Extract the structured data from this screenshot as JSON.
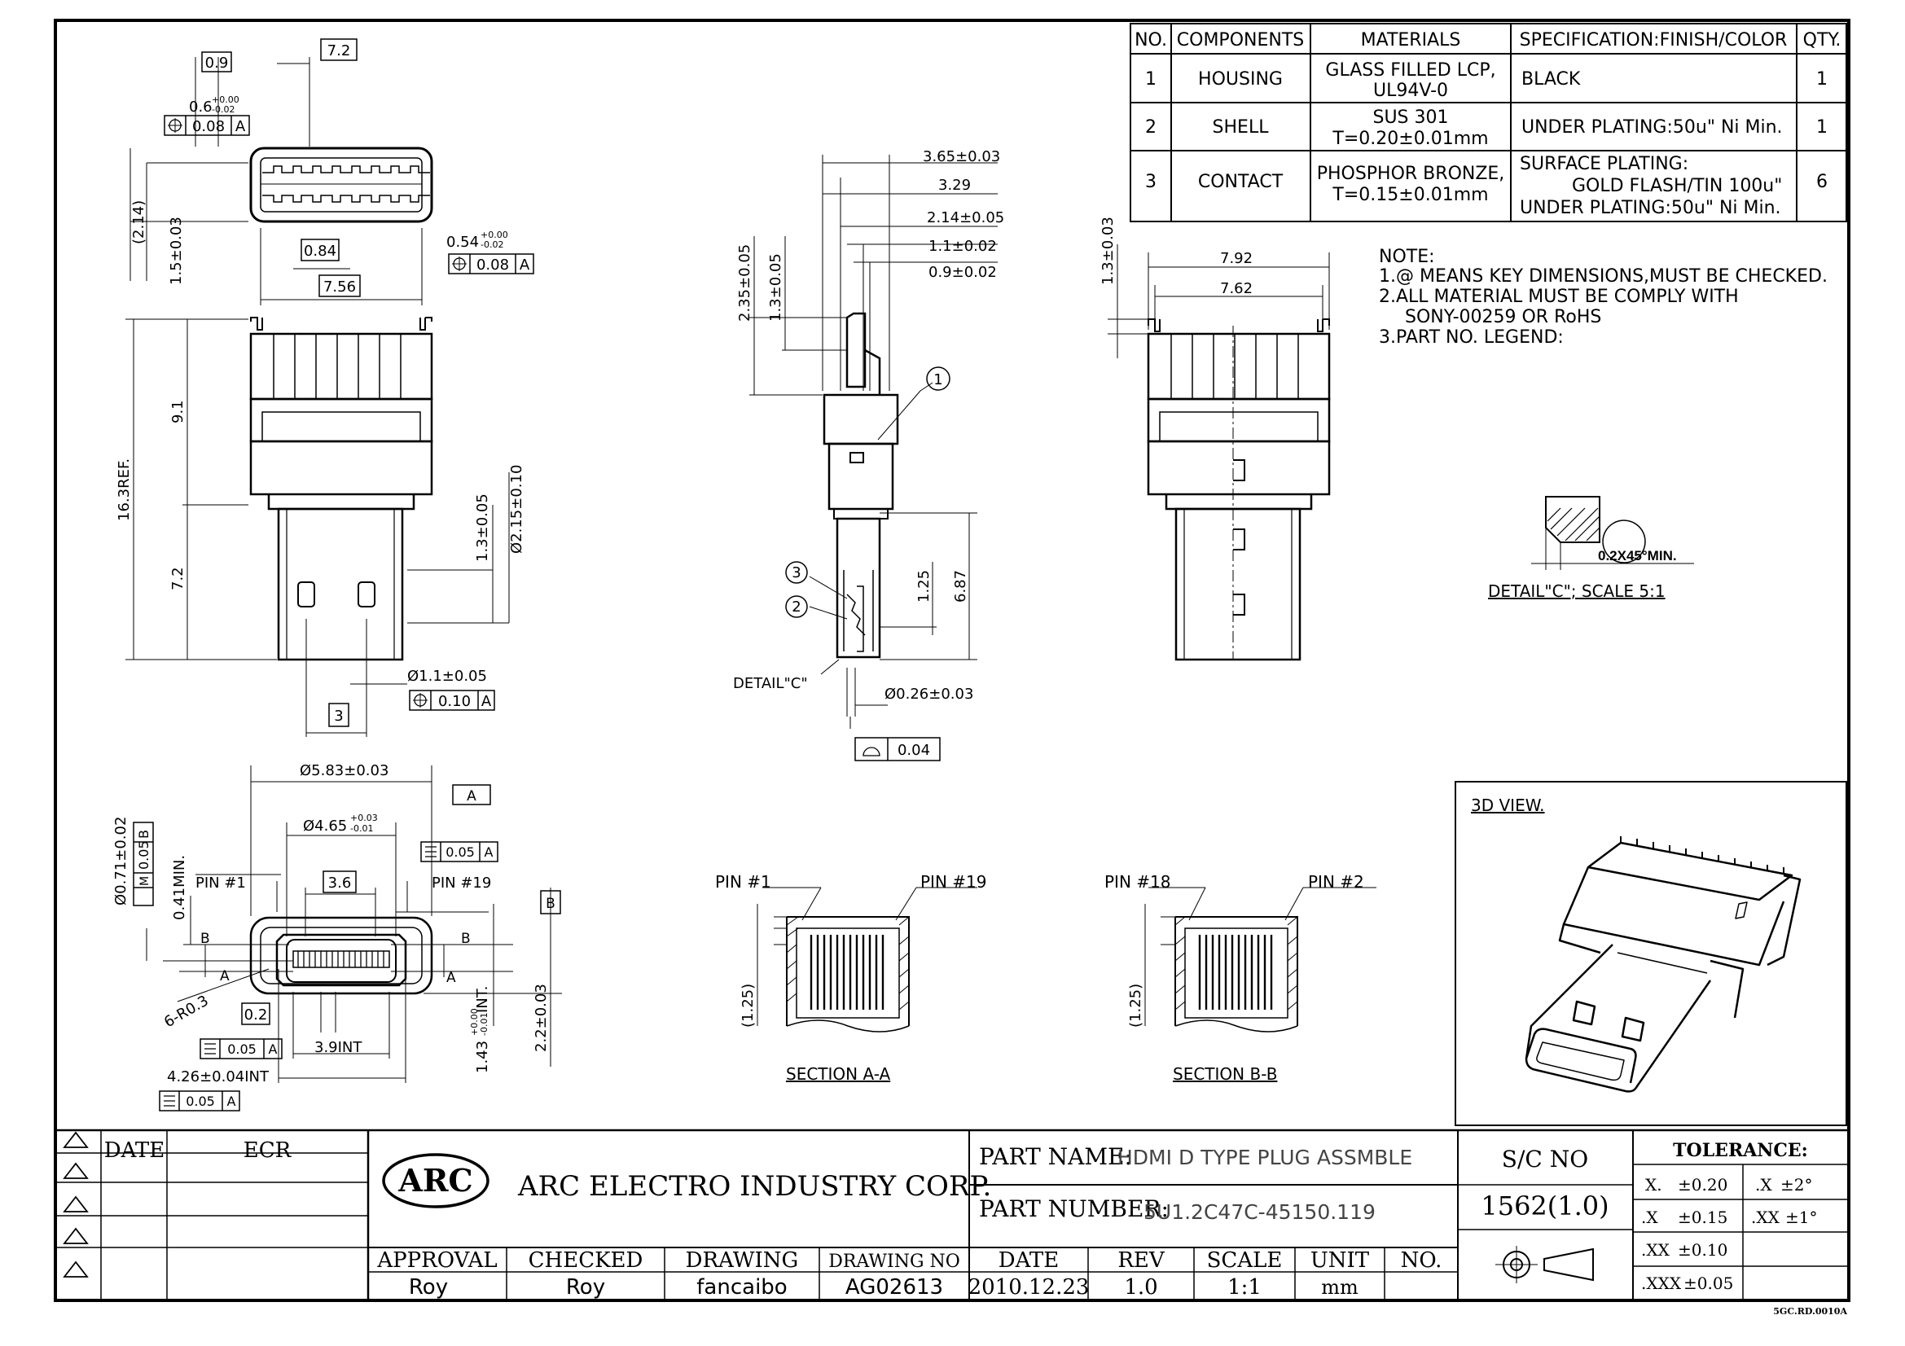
{
  "bom": {
    "headers": [
      "NO.",
      "COMPONENTS",
      "MATERIALS",
      "SPECIFICATION:FINISH/COLOR",
      "QTY."
    ],
    "rows": [
      {
        "no": "1",
        "component": "HOUSING",
        "material": [
          "GLASS FILLED LCP,",
          "UL94V-0"
        ],
        "spec": [
          "BLACK"
        ],
        "qty": "1"
      },
      {
        "no": "2",
        "component": "SHELL",
        "material": [
          "SUS 301",
          "T=0.20±0.01mm"
        ],
        "spec": [
          "UNDER PLATING:50u\" Ni Min."
        ],
        "qty": "1"
      },
      {
        "no": "3",
        "component": "CONTACT",
        "material": [
          "PHOSPHOR BRONZE,",
          "T=0.15±0.01mm"
        ],
        "spec": [
          "SURFACE PLATING:",
          "GOLD FLASH/TIN 100u\"",
          "UNDER PLATING:50u\" Ni Min."
        ],
        "qty": "6"
      }
    ]
  },
  "notes": {
    "heading": "NOTE:",
    "lines": [
      "1.@ MEANS KEY DIMENSIONS,MUST BE CHECKED.",
      "2.ALL MATERIAL MUST BE COMPLY WITH",
      "SONY-00259 OR RoHS",
      "3.PART NO. LEGEND:"
    ]
  },
  "views": {
    "top": {
      "dims": [
        "0.9",
        "7.2",
        "0.6",
        "+0.00",
        "-0.02",
        "0.08",
        "A",
        "(2.14)",
        "1.5±0.03",
        "0.84",
        "0.54",
        "+0.00",
        "-0.02",
        "0.08",
        "A",
        "7.56"
      ]
    },
    "front": {
      "dims": [
        "16.3REF.",
        "9.1",
        "7.2",
        "1.3±0.05",
        "Ø2.15±0.10",
        "Ø1.1±0.05",
        "0.10",
        "A",
        "3"
      ]
    },
    "side": {
      "dims": [
        "3.65±0.03",
        "3.29",
        "2.14±0.05",
        "1.1±0.02",
        "0.9±0.02",
        "2.35±0.05",
        "1.3±0.05",
        "1.25",
        "6.87",
        "Ø0.26±0.03",
        "0.04"
      ],
      "detail_label": "DETAIL\"C\"",
      "balloons": [
        "1",
        "3",
        "2"
      ]
    },
    "right": {
      "dims": [
        "7.92",
        "7.62",
        "1.3±0.03"
      ]
    },
    "end": {
      "dims": [
        "Ø5.83±0.03",
        "Ø4.65",
        "+0.03",
        "-0.01",
        "3.6",
        "Ø0.71±0.02",
        "0.05",
        "M",
        "B",
        "0.41MIN.",
        "0.05",
        "A",
        "6-R0.3",
        "0.2",
        "0.05",
        "A",
        "3.9INT",
        "1.43",
        "+0.00",
        "-0.01",
        "INT.",
        "2.2±0.03",
        "4.26±0.04INT",
        "0.05",
        "A"
      ],
      "pins": [
        "PIN #1",
        "PIN #19"
      ],
      "datums": [
        "A",
        "B"
      ],
      "section_markers": [
        "B",
        "A",
        "B",
        "A"
      ]
    },
    "section_aa": {
      "title": "SECTION A-A",
      "pins": [
        "PIN #1",
        "PIN #19"
      ],
      "dim": "(1.25)"
    },
    "section_bb": {
      "title": "SECTION B-B",
      "pins": [
        "PIN #18",
        "PIN #2"
      ],
      "dim": "(1.25)"
    },
    "detail_c": {
      "title": "DETAIL\"C\"; SCALE 5:1",
      "chamfer": "0.2X45°MIN."
    },
    "three_d": {
      "title": "3D VIEW."
    }
  },
  "title_block": {
    "rev_headers": [
      "DATE",
      "ECR"
    ],
    "company": "ARC ELECTRO INDUSTRY CORP.",
    "logo_text": "ARC",
    "part_name_label": "PART NAME:",
    "part_name": "HDMI D TYPE PLUG ASSMBLE",
    "part_number_label": "PART NUMBER:",
    "part_number": "5U1.2C47C-45150.119",
    "sc_no_label": "S/C NO",
    "sc_no": "1562(1.0)",
    "labels": [
      "APPROVAL",
      "CHECKED",
      "DRAWING",
      "DRAWING NO",
      "DATE",
      "REV",
      "SCALE",
      "UNIT",
      "NO."
    ],
    "values": [
      "Roy",
      "Roy",
      "fancaibo",
      "AG02613",
      "2010.12.23",
      "1.0",
      "1:1",
      "mm",
      ""
    ],
    "tolerance": {
      "title": "TOLERANCE:",
      "rows": [
        [
          "X.",
          "±0.20",
          ".X",
          "±2°"
        ],
        [
          ".X",
          "±0.15",
          ".XX",
          "±1°"
        ],
        [
          ".XX",
          "±0.10",
          "",
          ""
        ],
        [
          ".XXX",
          "±0.05",
          "",
          ""
        ]
      ]
    },
    "form_code": "5GC.RD.0010A"
  }
}
